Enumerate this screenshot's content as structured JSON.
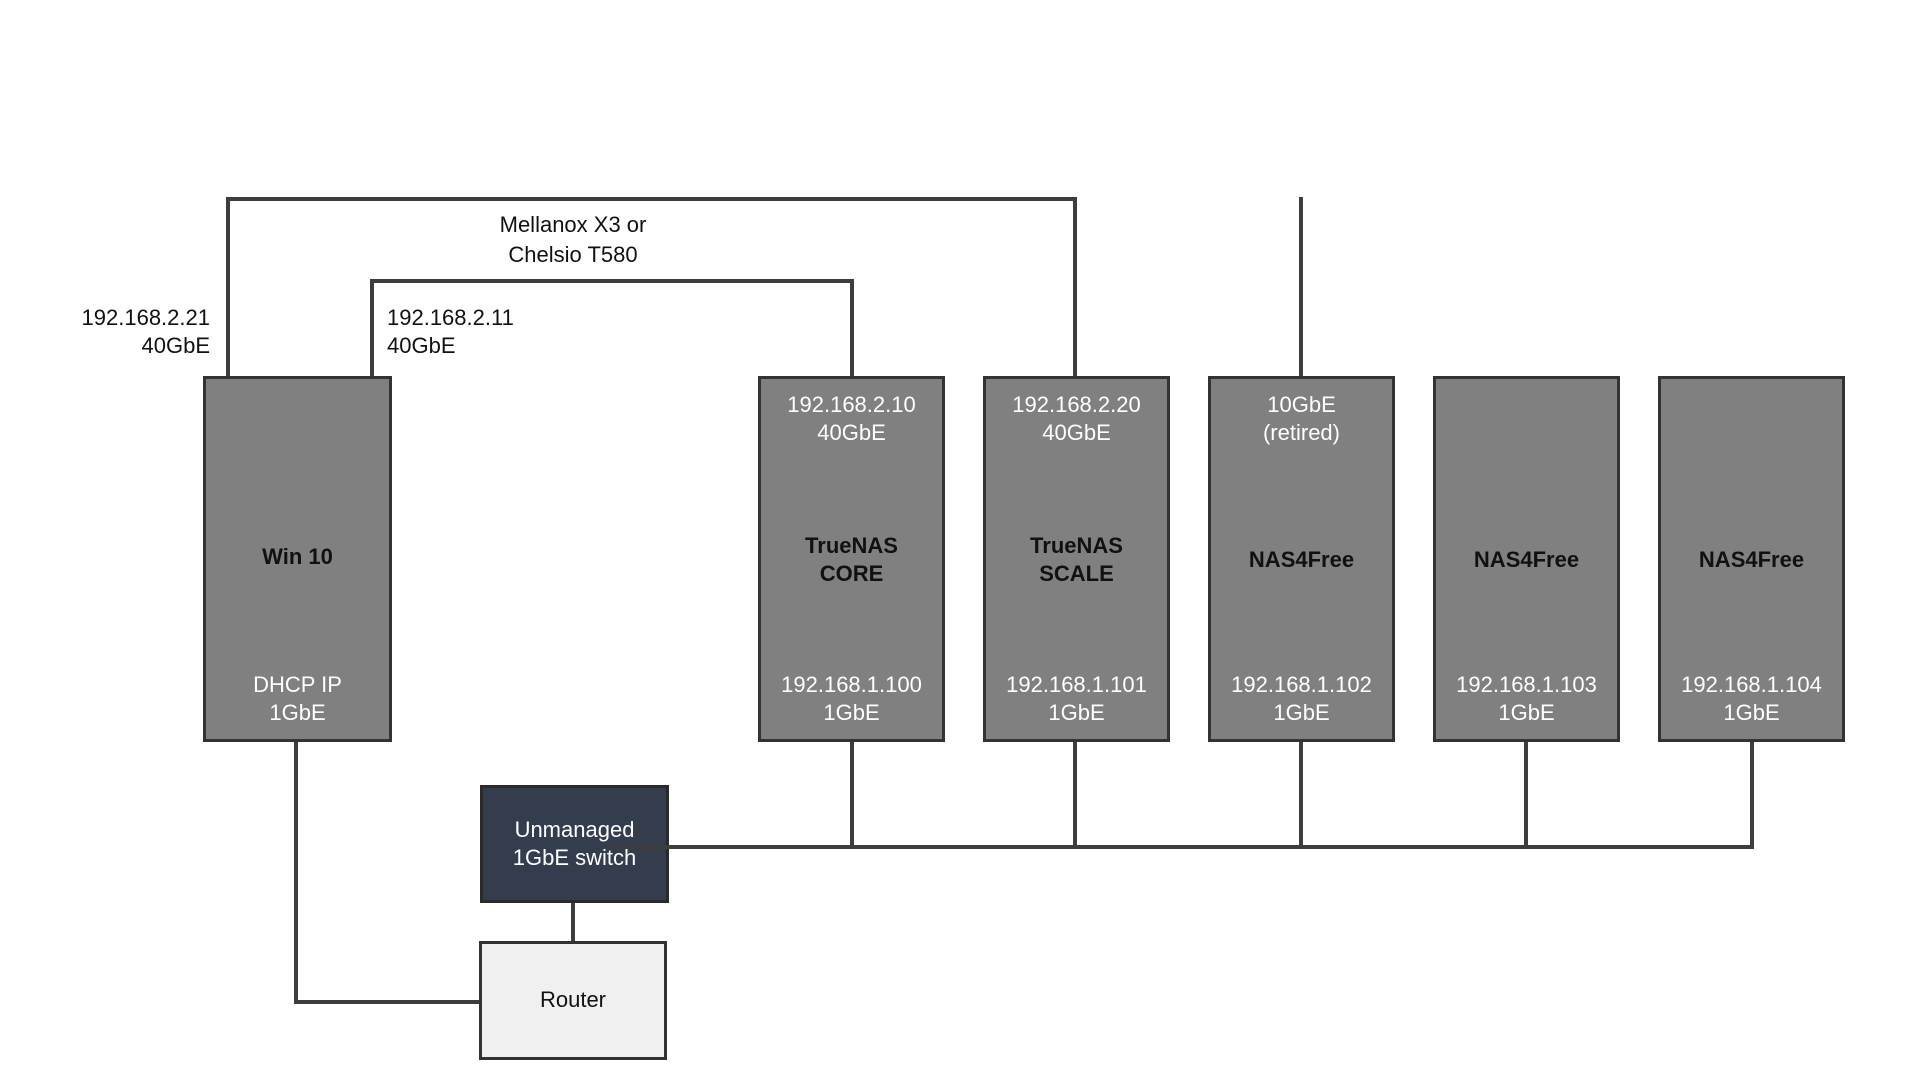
{
  "diagram": {
    "colors": {
      "device_fill": "#808080",
      "switch_fill": "#343d4e",
      "router_fill": "#f0f0f0",
      "wire": "#3d3d3d"
    },
    "link_labels": {
      "nic": [
        "Mellanox X3 or",
        "Chelsio T580"
      ],
      "win_port_a": [
        "192.168.2.21",
        "40GbE"
      ],
      "win_port_b": [
        "192.168.2.11",
        "40GbE"
      ]
    },
    "devices": {
      "win10": {
        "name": [
          "Win 10"
        ],
        "bottom": [
          "DHCP IP",
          "1GbE"
        ]
      },
      "truenas_core": {
        "top": [
          "192.168.2.10",
          "40GbE"
        ],
        "name": [
          "TrueNAS",
          "CORE"
        ],
        "bottom": [
          "192.168.1.100",
          "1GbE"
        ]
      },
      "truenas_scale": {
        "top": [
          "192.168.2.20",
          "40GbE"
        ],
        "name": [
          "TrueNAS",
          "SCALE"
        ],
        "bottom": [
          "192.168.1.101",
          "1GbE"
        ]
      },
      "nas4free_1": {
        "top": [
          "10GbE",
          "(retired)"
        ],
        "name": [
          "NAS4Free"
        ],
        "bottom": [
          "192.168.1.102",
          "1GbE"
        ]
      },
      "nas4free_2": {
        "name": [
          "NAS4Free"
        ],
        "bottom": [
          "192.168.1.103",
          "1GbE"
        ]
      },
      "nas4free_3": {
        "name": [
          "NAS4Free"
        ],
        "bottom": [
          "192.168.1.104",
          "1GbE"
        ]
      },
      "switch": {
        "name": [
          "Unmanaged",
          "1GbE switch"
        ]
      },
      "router": {
        "name": [
          "Router"
        ]
      }
    }
  }
}
